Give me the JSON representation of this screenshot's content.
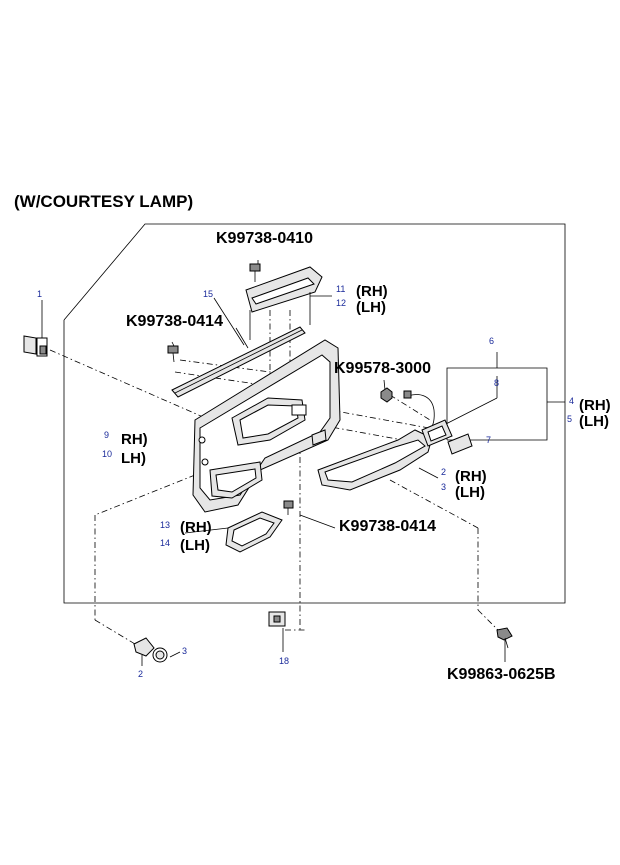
{
  "title": "(W/COURTESY LAMP)",
  "part_numbers": {
    "p0410": "K99738-0410",
    "p0414_top": "K99738-0414",
    "p3000": "K99578-3000",
    "p0414_bottom": "K99738-0414",
    "p0625b": "K99863-0625B"
  },
  "callouts": {
    "c1": "1",
    "c15": "15",
    "c11": "11",
    "c12": "12",
    "c6": "6",
    "c8": "8",
    "c4": "4",
    "c5": "5",
    "c7": "7",
    "c9": "9",
    "c10": "10",
    "c2_panel": "2",
    "c3_panel": "3",
    "c13": "13",
    "c14": "14",
    "c2_bottom": "2",
    "c3_bottom": "3",
    "c18": "18"
  },
  "sides": {
    "rh_11": "(RH)",
    "lh_12": "(LH)",
    "rh_4": "(RH)",
    "lh_5": "(LH)",
    "rh_9": "RH)",
    "lh_10": "LH)",
    "rh_2": "(RH)",
    "lh_3": "(LH)",
    "rh_13": "(RH)",
    "lh_14": "(LH)"
  }
}
